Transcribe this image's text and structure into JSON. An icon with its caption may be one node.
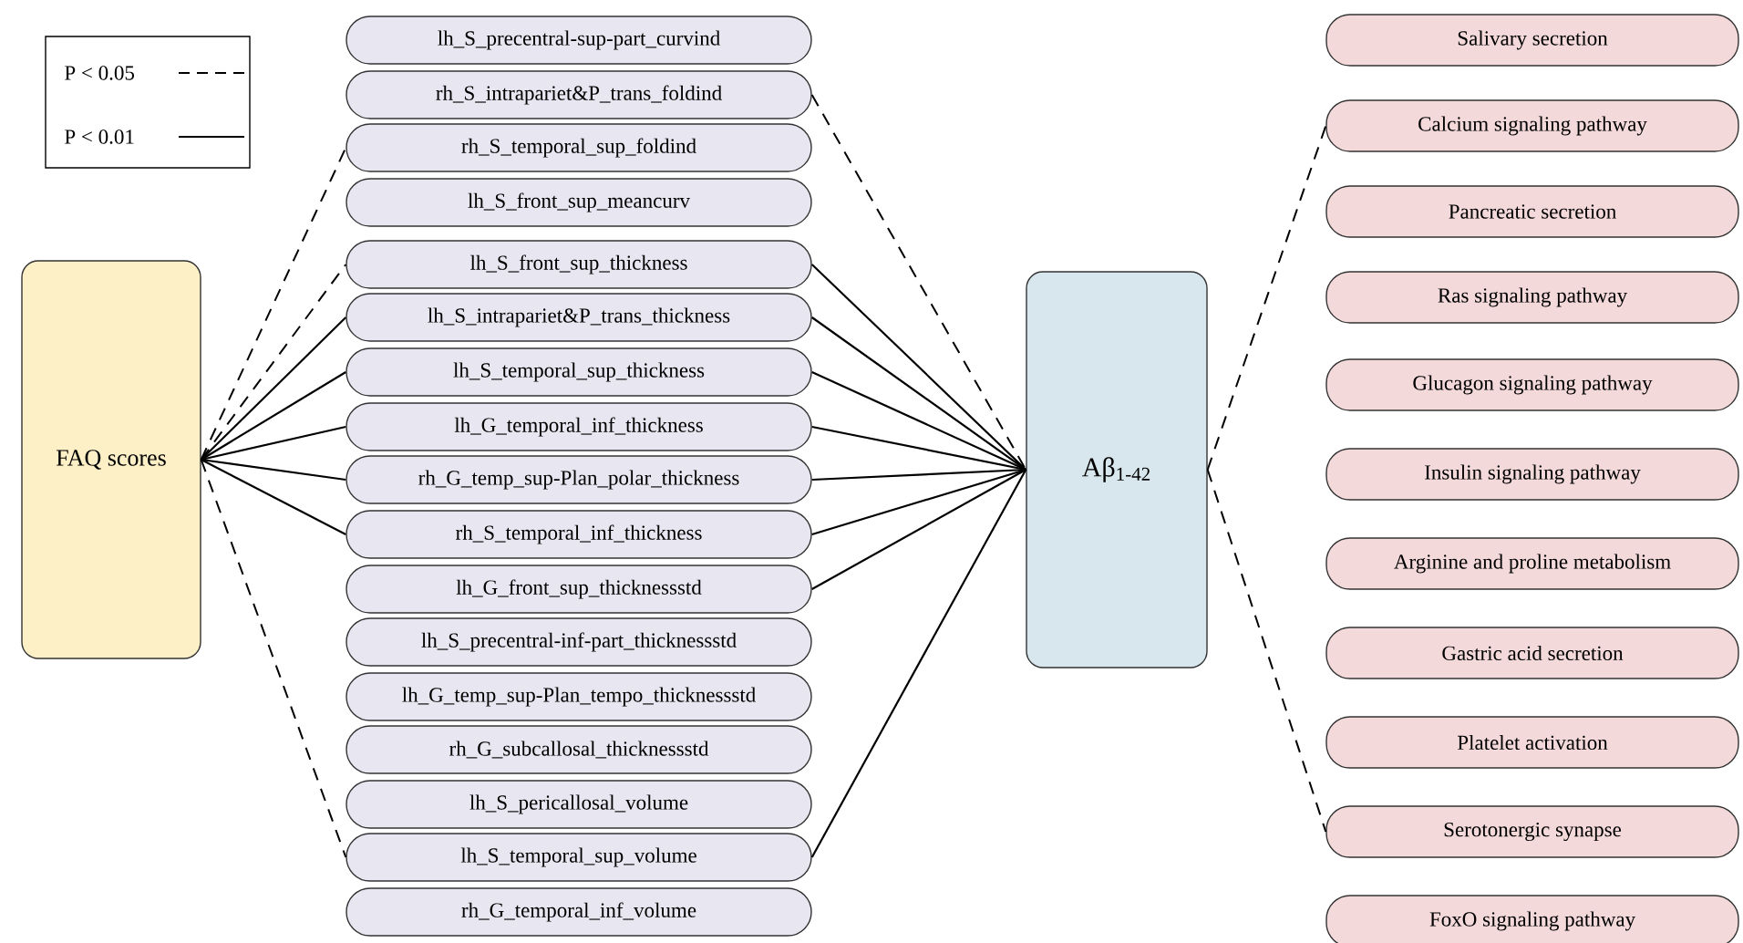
{
  "diagram": {
    "nodes": [
      {
        "text": [
          "FAQ scores"
        ]
      },
      {
        "text": [
          "lh_S_precentral-sup-part_curvind"
        ]
      },
      {
        "text": [
          "rh_S_intrapariet&P_trans_foldind"
        ]
      },
      {
        "text": [
          "rh_S_temporal_sup_foldind"
        ]
      },
      {
        "text": [
          "lh_S_front_sup_meancurv"
        ]
      },
      {
        "text": [
          "lh_S_front_sup_thickness"
        ]
      },
      {
        "text": [
          "lh_S_intrapariet&P_trans_thickness"
        ]
      },
      {
        "text": [
          "lh_S_temporal_sup_thickness"
        ]
      },
      {
        "text": [
          "lh_G_temporal_inf_thickness"
        ]
      },
      {
        "text": [
          "rh_G_temp_sup-Plan_polar_thickness"
        ]
      },
      {
        "text": [
          "rh_S_temporal_inf_thickness"
        ]
      },
      {
        "text": [
          "lh_G_front_sup_thicknessstd"
        ]
      },
      {
        "text": [
          "lh_S_precentral-inf-part_thicknessstd"
        ]
      },
      {
        "text": [
          "lh_G_temp_sup-Plan_tempo_thicknessstd"
        ]
      },
      {
        "text": [
          "rh_G_subcallosal_thicknessstd"
        ]
      },
      {
        "text": [
          "lh_S_pericallosal_volume"
        ]
      },
      {
        "text": [
          "lh_S_temporal_sup_volume"
        ]
      },
      {
        "text": [
          "rh_G_temporal_inf_volume"
        ]
      },
      {
        "text": [
          "Aβ$_{1-42}$"
        ]
      },
      {
        "text": [
          "Salivary secretion"
        ]
      },
      {
        "text": [
          "Calcium signaling pathway"
        ]
      },
      {
        "text": [
          "Pancreatic secretion"
        ]
      },
      {
        "text": [
          "Ras signaling pathway"
        ]
      },
      {
        "text": [
          "Glucagon signaling pathway"
        ]
      },
      {
        "text": [
          "Insulin signaling pathway"
        ]
      },
      {
        "text": [
          "Arginine and proline metabolism"
        ]
      },
      {
        "text": [
          "Gastric acid secretion"
        ]
      },
      {
        "text": [
          "Platelet activation"
        ]
      },
      {
        "text": [
          "Serotonergic synapse"
        ]
      },
      {
        "text": [
          "FoxO signaling pathway"
        ]
      }
    ],
    "edges": [
      {
        "from": 0,
        "to": 3,
        "arrow": "none",
        "style": "dashed"
      },
      {
        "from": 0,
        "to": 5,
        "arrow": "none",
        "style": "dashed"
      },
      {
        "from": 0,
        "to": 6,
        "arrow": "none"
      },
      {
        "from": 0,
        "to": 7,
        "arrow": "none"
      },
      {
        "from": 0,
        "to": 8,
        "arrow": "none"
      },
      {
        "from": 0,
        "to": 9,
        "arrow": "none"
      },
      {
        "from": 0,
        "to": 10,
        "arrow": "none"
      },
      {
        "from": 0,
        "to": 16,
        "arrow": "none",
        "style": "dashed"
      },
      {
        "from": 2,
        "to": 18,
        "arrow": "none",
        "style": "dashed"
      },
      {
        "from": 5,
        "to": 18,
        "arrow": "none"
      },
      {
        "from": 6,
        "to": 18,
        "arrow": "none"
      },
      {
        "from": 7,
        "to": 18,
        "arrow": "none"
      },
      {
        "from": 8,
        "to": 18,
        "arrow": "none"
      },
      {
        "from": 9,
        "to": 18,
        "arrow": "none"
      },
      {
        "from": 10,
        "to": 18,
        "arrow": "none"
      },
      {
        "from": 11,
        "to": 18,
        "arrow": "none"
      },
      {
        "from": 16,
        "to": 18,
        "arrow": "none"
      },
      {
        "from": 18,
        "to": 20,
        "arrow": "none",
        "style": "dashed"
      },
      {
        "from": 18,
        "to": 28,
        "arrow": "none",
        "style": "dashed"
      }
    ],
    "legend": [
      {
        "text": "P < 0.05"
      },
      {
        "text": "P < 0.01"
      }
    ]
  }
}
